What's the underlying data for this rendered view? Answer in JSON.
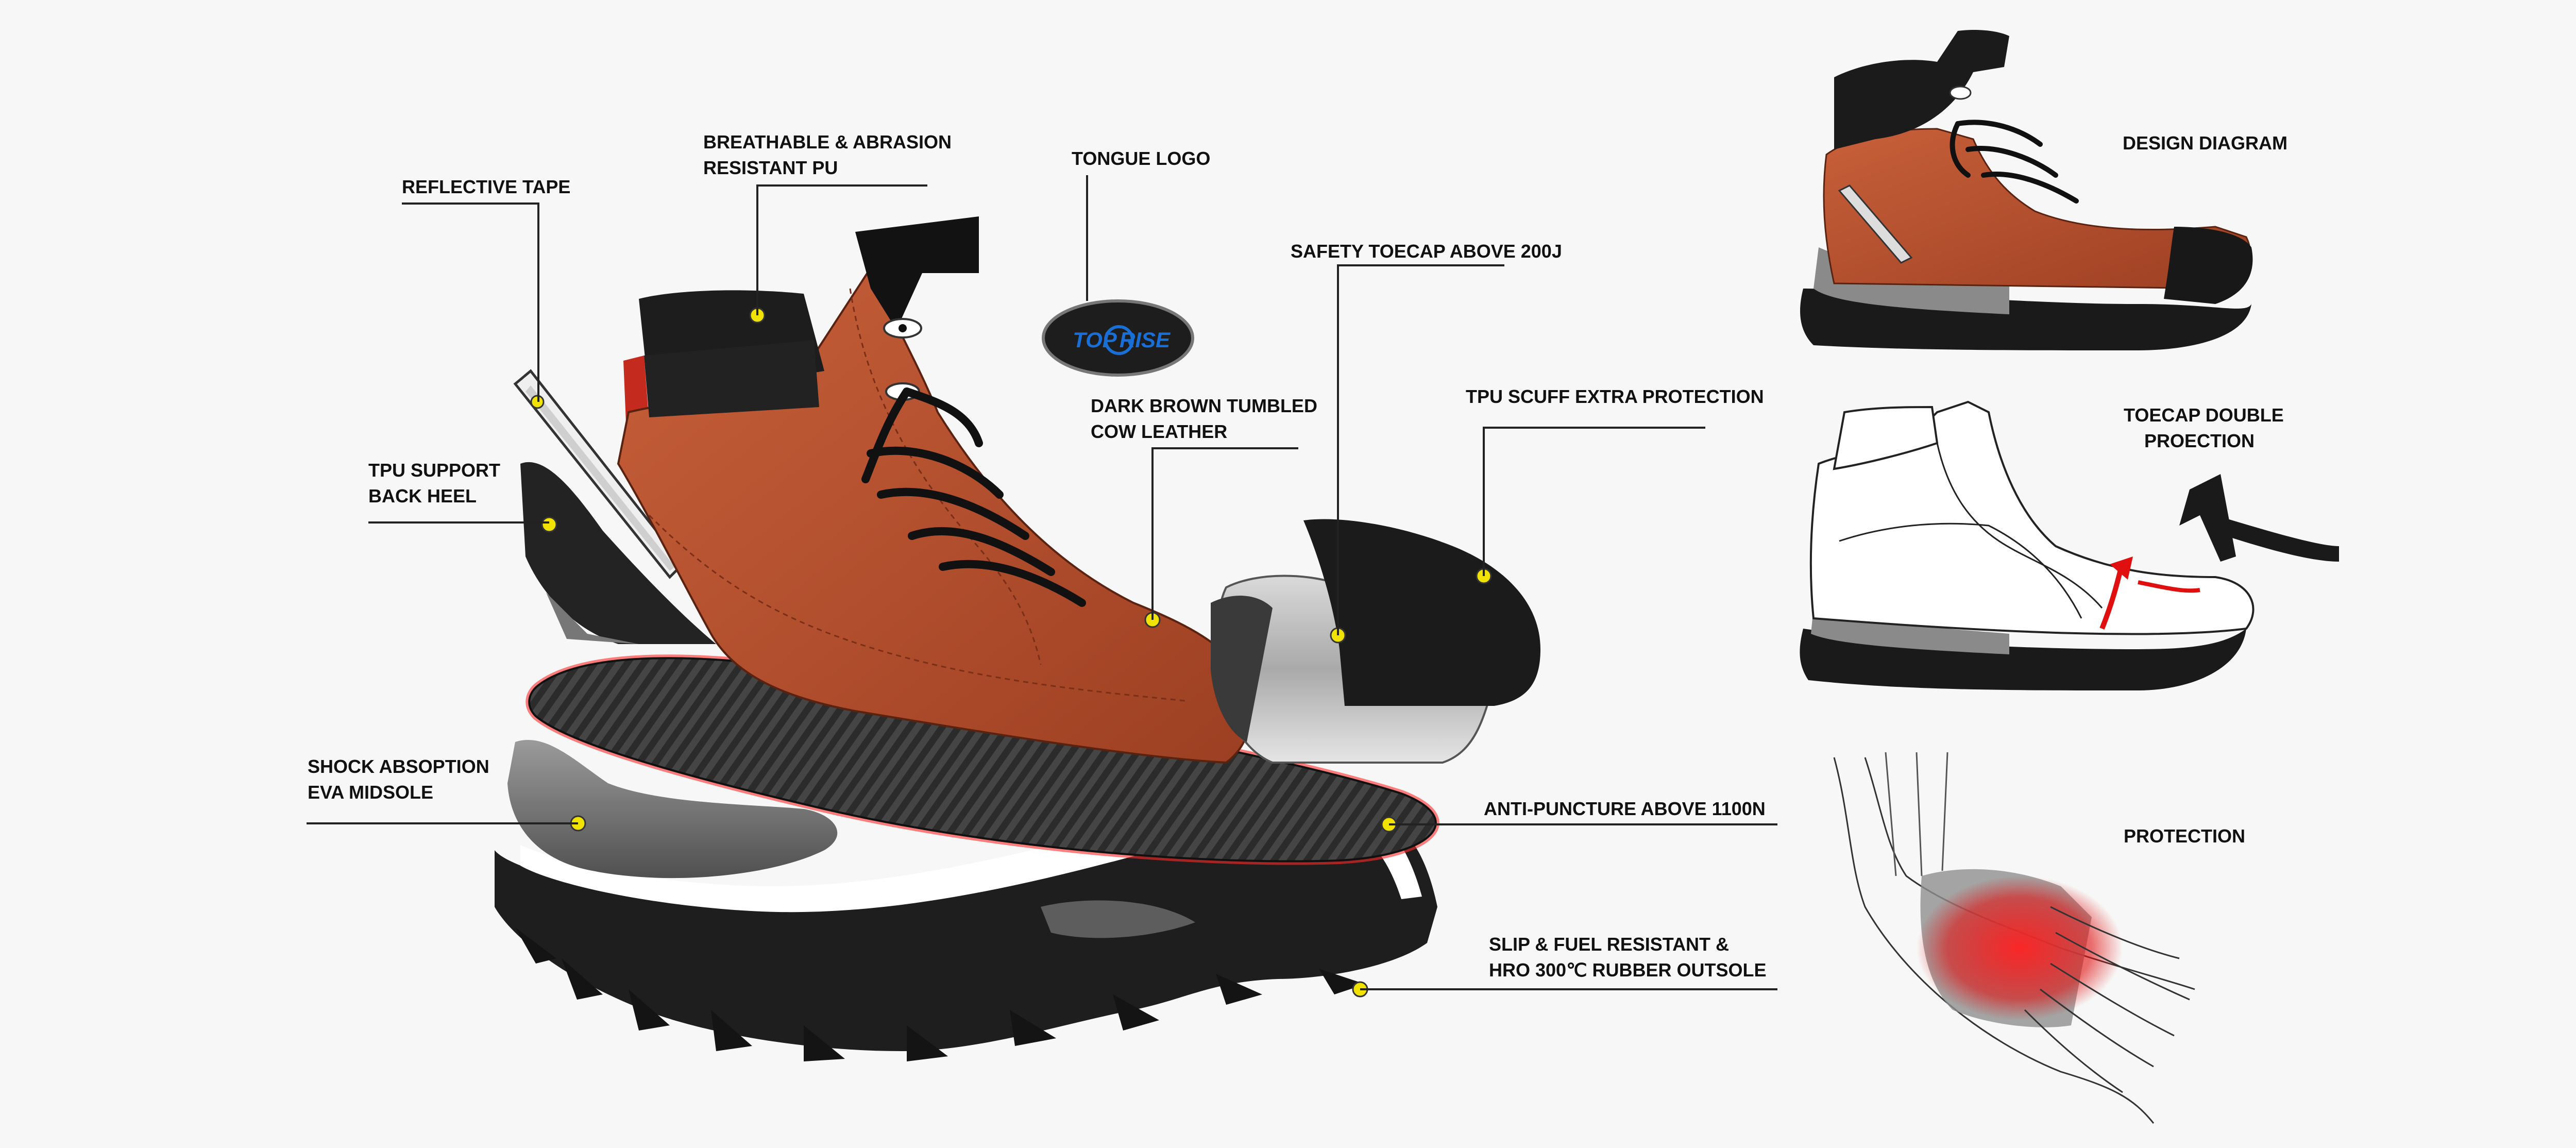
{
  "callouts": {
    "reflective_tape": "REFLECTIVE TAPE",
    "breathable": [
      "BREATHABLE & ABRASION",
      "RESISTANT PU"
    ],
    "tongue_logo": "TONGUE LOGO",
    "safety_toecap": "SAFETY TOECAP ABOVE 200J",
    "dark_brown": [
      "DARK BROWN TUMBLED",
      "COW LEATHER"
    ],
    "tpu_scuff": "TPU SCUFF EXTRA PROTECTION",
    "tpu_support": [
      "TPU SUPPORT",
      "BACK HEEL"
    ],
    "shock_absorption": [
      "SHOCK ABSOPTION",
      "EVA MIDSOLE"
    ],
    "anti_puncture": "ANTI-PUNCTURE ABOVE 1100N",
    "slip_fuel": [
      "SLIP & FUEL RESISTANT &",
      "HRO 300℃ RUBBER OUTSOLE"
    ]
  },
  "panels": {
    "design_diagram": "DESIGN DIAGRAM",
    "toecap_double": [
      "TOECAP DOUBLE",
      "PROECTION"
    ],
    "protection": "PROTECTION"
  },
  "logo": {
    "text_left": "TOP",
    "text_right": "RISE"
  },
  "colors": {
    "leather": "#b8502f",
    "leather_dark": "#7a2f18",
    "black": "#1c1c1c",
    "sole_grey": "#8a8a8a",
    "marker_yellow": "#f2e200",
    "highlight_red": "#e01010",
    "logo_blue": "#1a6fd6"
  }
}
